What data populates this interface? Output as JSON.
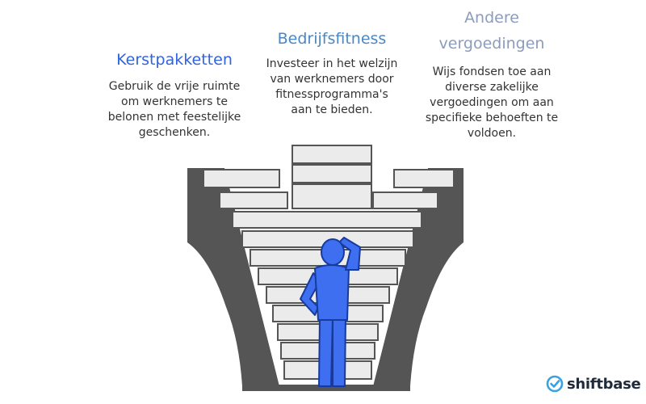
{
  "columns": [
    {
      "title": "Kerstpakketten",
      "lines": [
        "Gebruik de vrije ruimte",
        "om werknemers te",
        "belonen met feestelijke",
        "geschenken."
      ]
    },
    {
      "title": "Bedrijfsfitness",
      "lines": [
        "Investeer in het welzijn",
        "van werknemers door",
        "fitnessprogramma's",
        "aan te bieden."
      ]
    },
    {
      "title_lines": [
        "Andere",
        "vergoedingen"
      ],
      "lines": [
        "Wijs fondsen toe aan",
        "diverse zakelijke",
        "vergoedingen om aan",
        "specifieke behoeften te",
        "voldoen."
      ]
    }
  ],
  "brand": {
    "name": "shiftbase",
    "logo_icon": "check-circle-icon"
  },
  "colors": {
    "left_title": "#2f63e0",
    "mid_title": "#4b87c2",
    "right_title": "#8b9cbc",
    "stairs_dark": "#555555",
    "stairs_light": "#ebebeb",
    "figure": "#3d6ff0",
    "figure_stroke": "#173a9c"
  }
}
